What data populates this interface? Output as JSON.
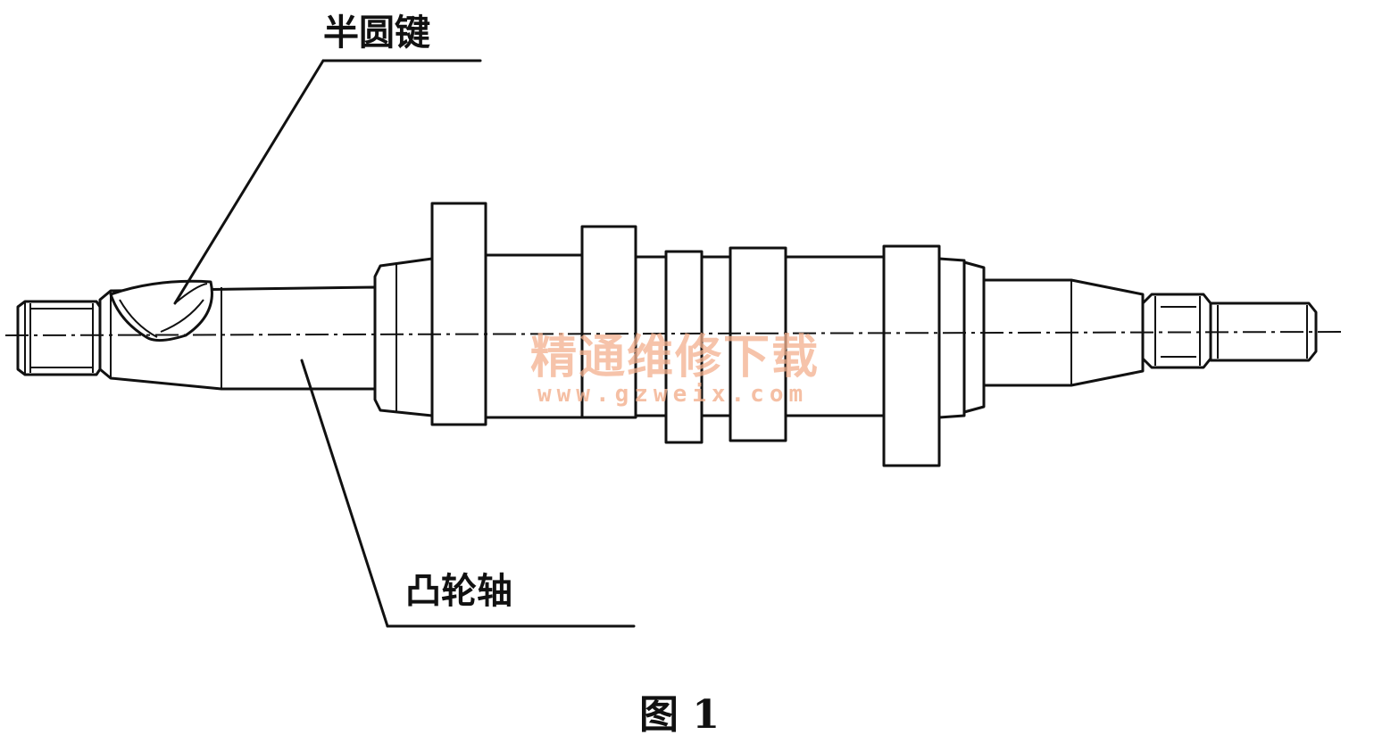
{
  "labels": {
    "key": "半圆键",
    "camshaft": "凸轮轴"
  },
  "caption": "图 1",
  "watermark": {
    "text": "精通维修下载",
    "url": "www.gzweix.com"
  },
  "colors": {
    "ink": "#111111",
    "watermark": "#f3b08e",
    "background": "#ffffff"
  }
}
